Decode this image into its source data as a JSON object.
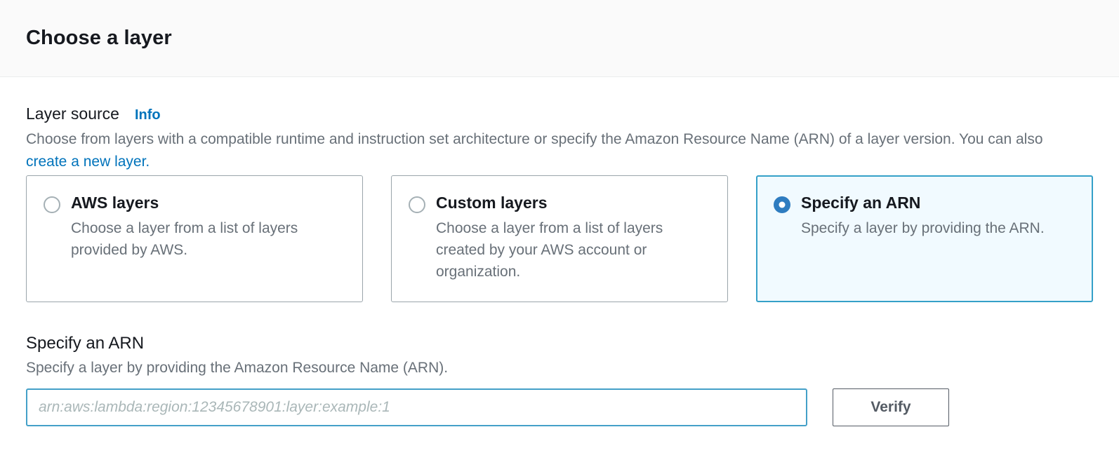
{
  "header": {
    "title": "Choose a layer"
  },
  "layer_source": {
    "label": "Layer source",
    "info_link": "Info",
    "description_before_link": "Choose from layers with a compatible runtime and instruction set architecture or specify the Amazon Resource Name (ARN) of a layer version. You can also ",
    "create_link": "create a new layer."
  },
  "tiles": [
    {
      "title": "AWS layers",
      "description": "Choose a layer from a list of layers provided by AWS.",
      "selected": false
    },
    {
      "title": "Custom layers",
      "description": "Choose a layer from a list of layers created by your AWS account or organization.",
      "selected": false
    },
    {
      "title": "Specify an ARN",
      "description": "Specify a layer by providing the ARN.",
      "selected": true
    }
  ],
  "specify_arn": {
    "heading": "Specify an ARN",
    "description": "Specify a layer by providing the Amazon Resource Name (ARN).",
    "input_value": "",
    "input_placeholder": "arn:aws:lambda:region:12345678901:layer:example:1",
    "verify_button": "Verify"
  },
  "colors": {
    "link_blue": "#0073bb",
    "selected_tile_border": "#35a0c8",
    "selected_tile_background": "#f1faff",
    "radio_selected": "#2e7cc0",
    "input_focus_border": "#44a0c8",
    "secondary_text": "#687078",
    "button_border_text": "#545b64",
    "header_background": "#fafafa",
    "divider": "#eaeded"
  }
}
